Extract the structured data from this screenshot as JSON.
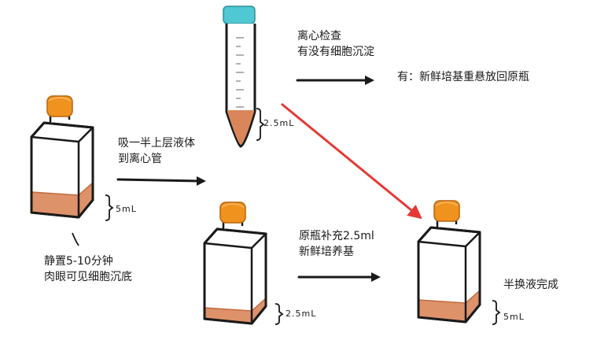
{
  "colors": {
    "cap": "#f0921e",
    "tube_cap": "#4fc8d4",
    "medium": "#d9865a",
    "medium_dark": "#c46a3e",
    "outline": "#1a1a1a",
    "red_arrow": "#e53935"
  },
  "labels": {
    "step1": [
      "静置5-10分钟",
      "肉眼可见细胞沉底"
    ],
    "step2": [
      "吸一半上层液体",
      "到离心管"
    ],
    "step3": [
      "离心检查",
      "有没有细胞沉淀"
    ],
    "result_yes": "有：新鲜培基重悬放回原瓶",
    "step4": [
      "原瓶补充2.5ml",
      "新鲜培养基"
    ],
    "done": "半换液完成"
  },
  "volumes": {
    "flask1": "5mL",
    "tube": "2.5mL",
    "flask2": "2.5mL",
    "flask3": "5mL"
  },
  "icons": {
    "flask": "culture-flask-icon",
    "tube": "centrifuge-tube-icon",
    "arrow": "arrow-right-icon"
  }
}
